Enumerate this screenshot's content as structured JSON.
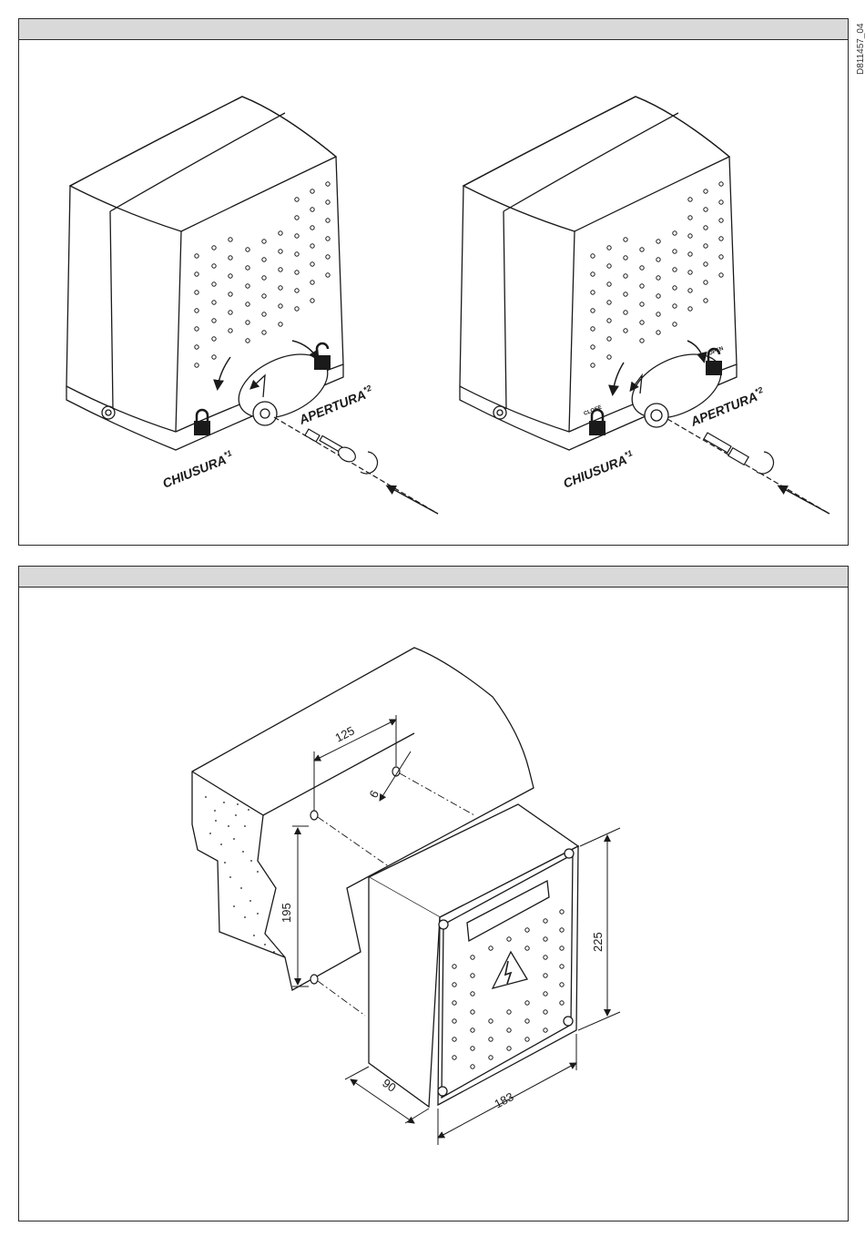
{
  "document_code": "D811457_04",
  "figure_top": {
    "left": {
      "close_label": "CHIUSURA",
      "close_mark": "*1",
      "open_label": "APERTURA",
      "open_mark": "*2"
    },
    "right": {
      "close_label": "CHIUSURA",
      "close_mark": "*1",
      "open_label": "APERTURA",
      "open_mark": "*2",
      "close_small": "CLOSE",
      "open_small": "OPEN"
    }
  },
  "figure_bottom": {
    "dim_hole_spacing": "125",
    "dim_hole_diameter": "6",
    "dim_hole_vertical": "195",
    "dim_height": "225",
    "dim_depth": "90",
    "dim_width": "183"
  }
}
